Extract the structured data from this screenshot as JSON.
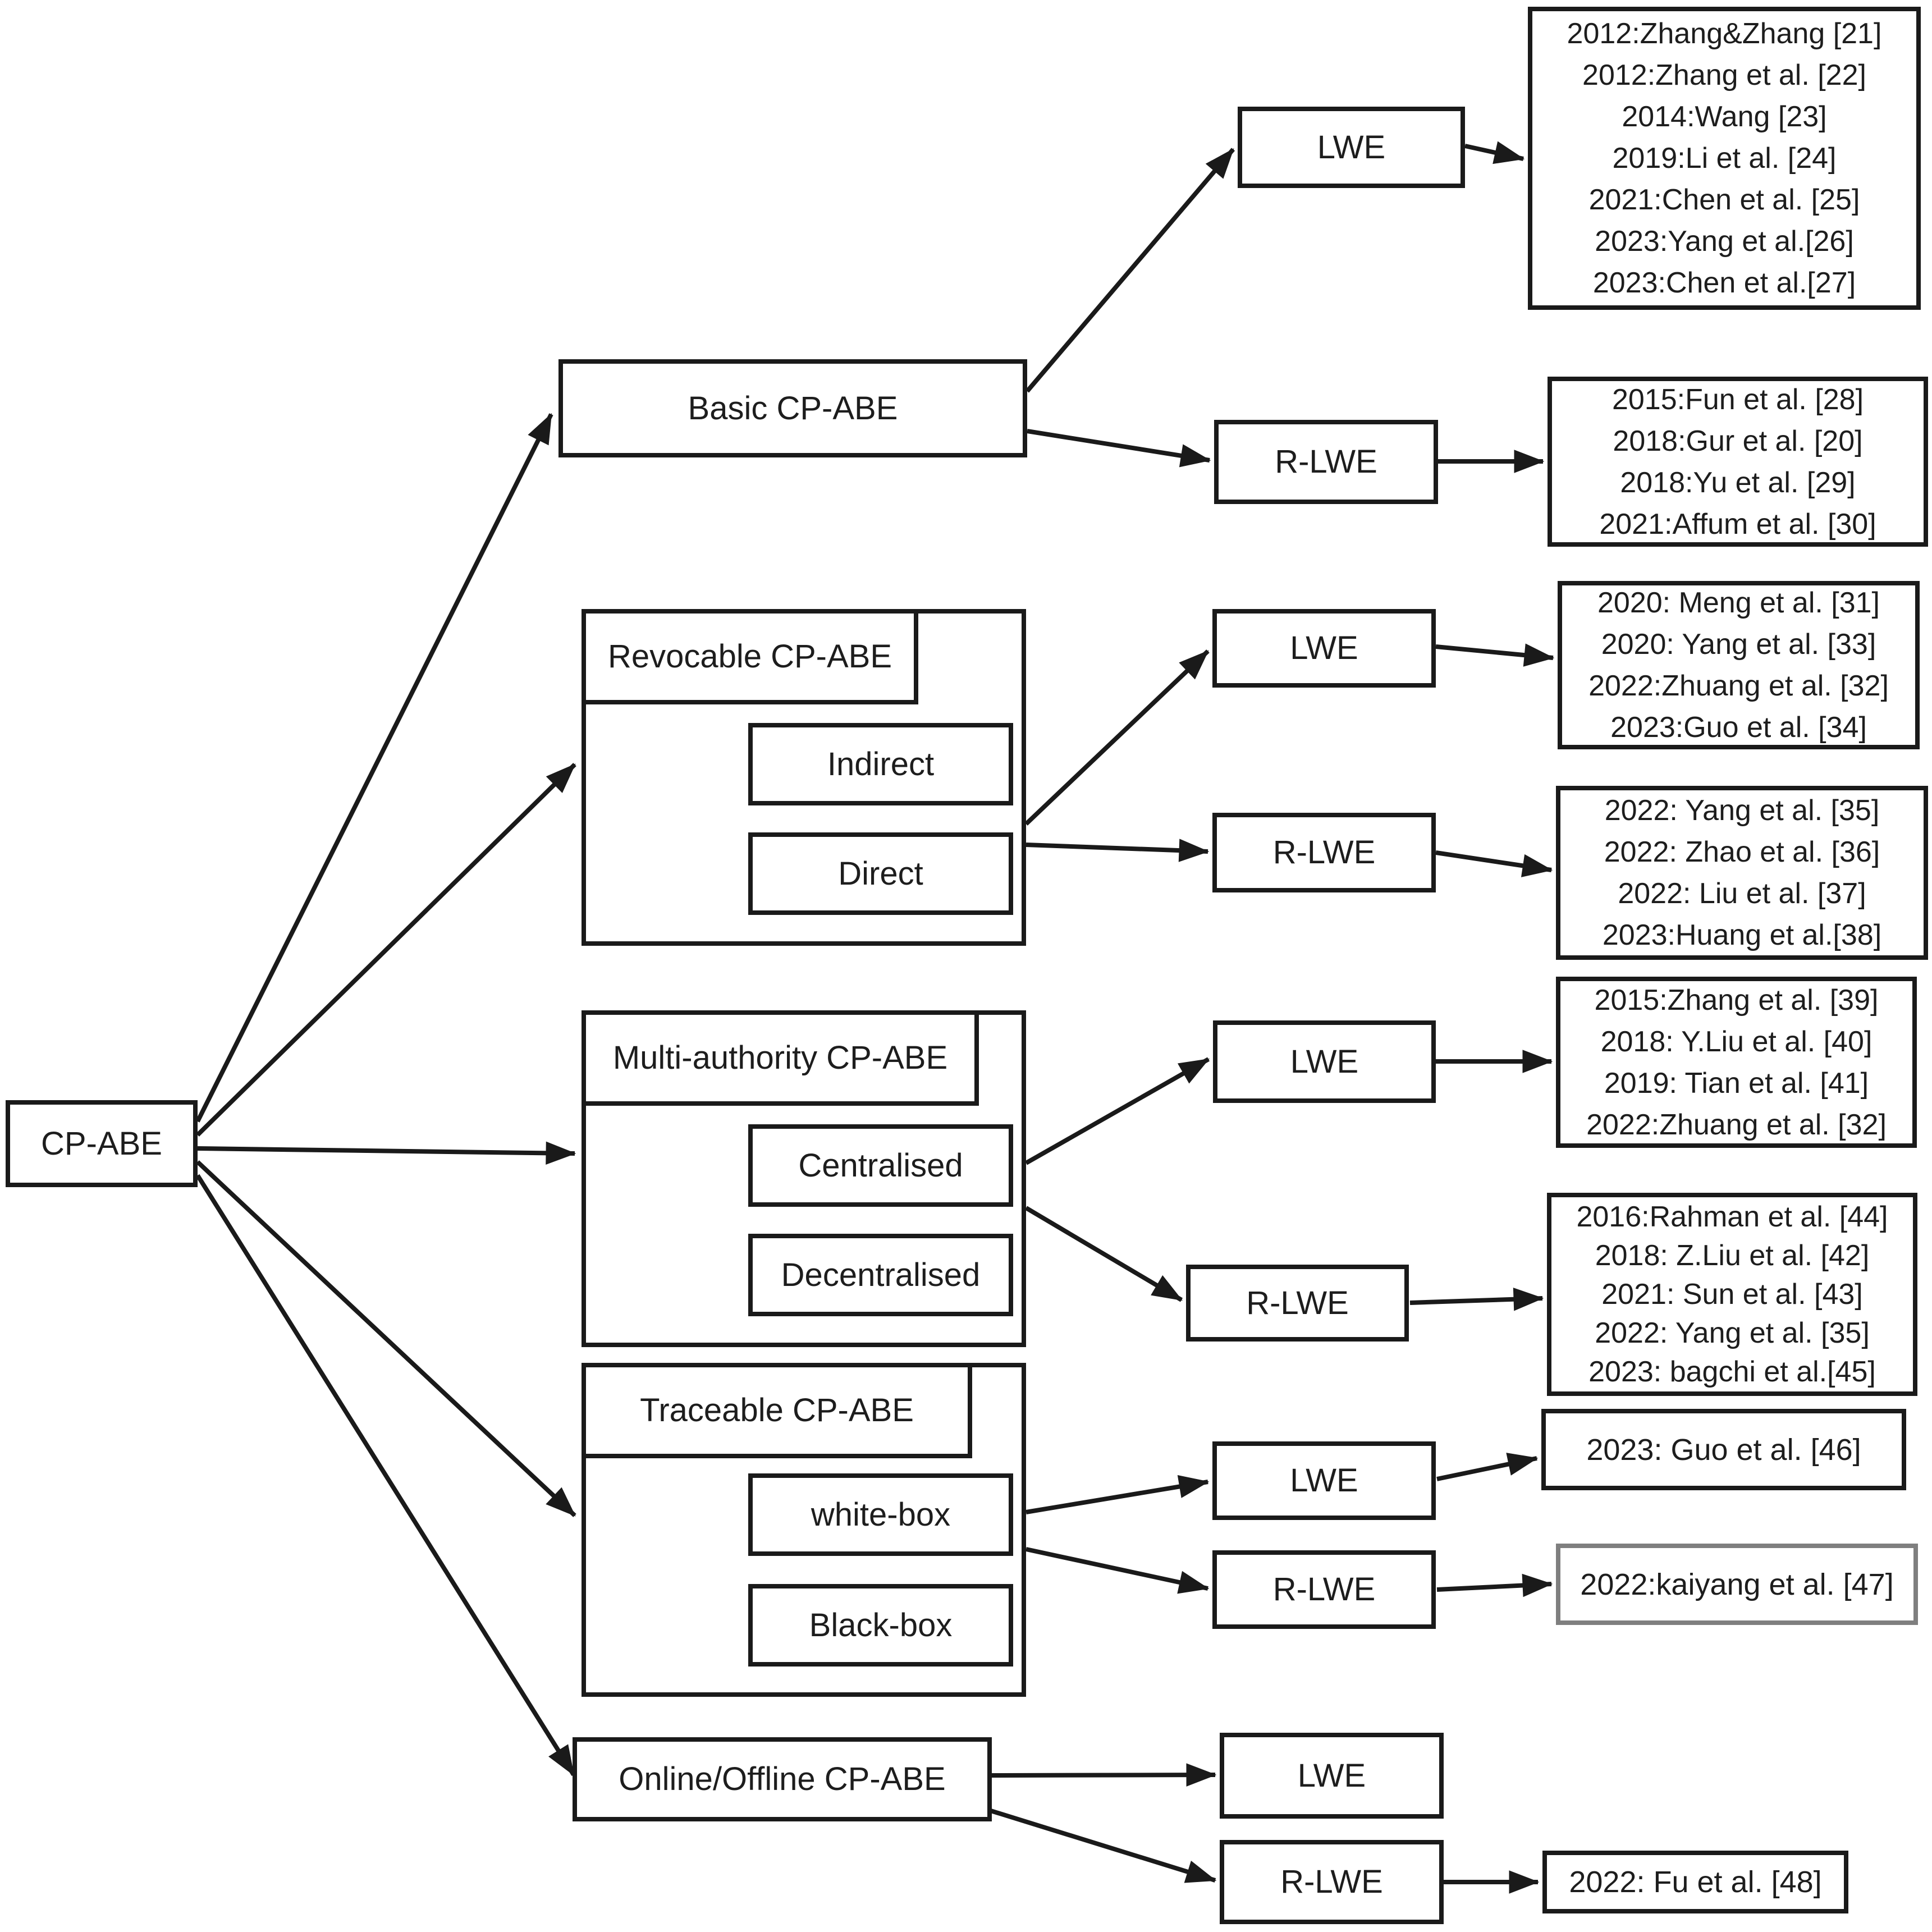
{
  "page": {
    "background": "#ffffff",
    "ink": "#1a1a1a",
    "gray_border": "#7f7f7f",
    "text_color": "#1d1d1d"
  },
  "nodes": {
    "root": "CP-ABE",
    "basic": "Basic CP-ABE",
    "revocable": "Revocable CP-ABE",
    "indirect": "Indirect",
    "direct": "Direct",
    "multi_authority": "Multi-authority CP-ABE",
    "centralised": "Centralised",
    "decentralised": "Decentralised",
    "traceable": "Traceable CP-ABE",
    "white_box": "white-box",
    "black_box": "Black-box",
    "online_offline": "Online/Offline CP-ABE",
    "lwe": "LWE",
    "rlwe": "R-LWE"
  },
  "citations": {
    "basic_lwe": [
      "2012:Zhang&Zhang [21]",
      "2012:Zhang et al. [22]",
      "2014:Wang [23]",
      "2019:Li et al. [24]",
      "2021:Chen et al. [25]",
      "2023:Yang et al.[26]",
      "2023:Chen et al.[27]"
    ],
    "basic_rlwe": [
      "2015:Fun et al. [28]",
      "2018:Gur et al. [20]",
      "2018:Yu et al. [29]",
      "2021:Affum et al. [30]"
    ],
    "revocable_lwe": [
      "2020: Meng et al. [31]",
      "2020: Yang et al. [33]",
      "2022:Zhuang et al. [32]",
      "2023:Guo et al. [34]"
    ],
    "revocable_rlwe": [
      "2022: Yang et al. [35]",
      "2022: Zhao et al. [36]",
      "2022: Liu et al. [37]",
      "2023:Huang et al.[38]"
    ],
    "multi_lwe": [
      "2015:Zhang et al. [39]",
      "2018: Y.Liu et al. [40]",
      "2019: Tian et al. [41]",
      "2022:Zhuang et al. [32]"
    ],
    "multi_rlwe": [
      "2016:Rahman et al. [44]",
      "2018: Z.Liu et al.  [42]",
      "2021: Sun et al. [43]",
      "2022: Yang et al. [35]",
      "2023: bagchi et al.[45]"
    ],
    "traceable_lwe": [
      "2023: Guo et al. [46]"
    ],
    "traceable_rlwe": [
      "2022:kaiyang et al. [47]"
    ],
    "online_rlwe": [
      "2022: Fu et al. [48]"
    ]
  }
}
